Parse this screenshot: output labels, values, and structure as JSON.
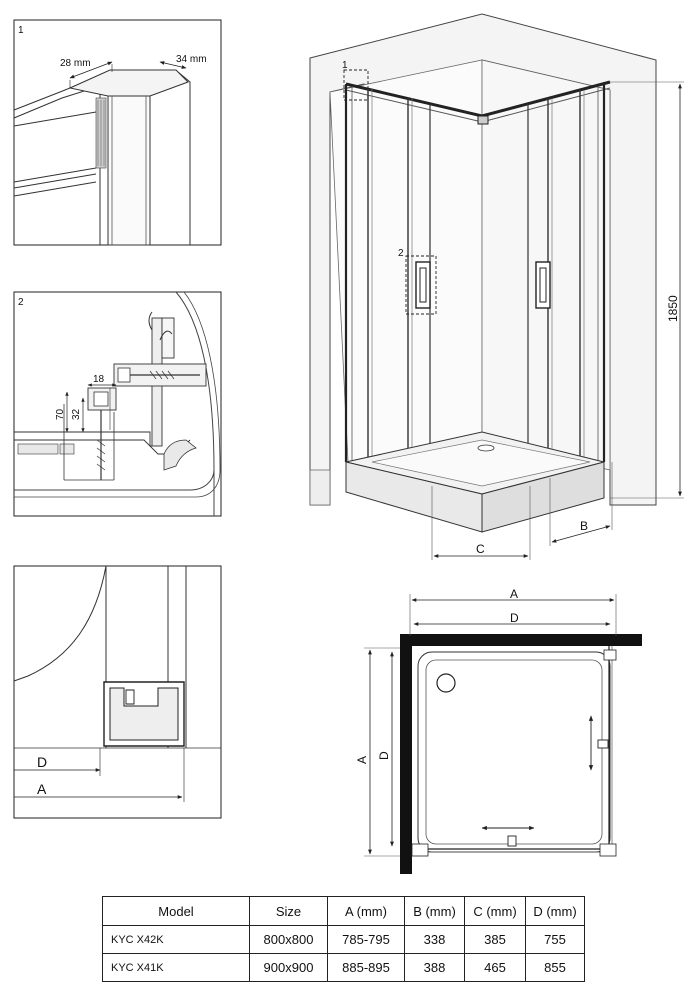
{
  "detail1": {
    "number": "1",
    "dim_width": "28 mm",
    "dim_depth": "34 mm"
  },
  "detail2": {
    "number": "2",
    "dim_18": "18",
    "dim_70": "70",
    "dim_32": "32"
  },
  "detail3": {
    "label_d": "D",
    "label_a": "A"
  },
  "main": {
    "callout_1": "1",
    "callout_2": "2",
    "height": "1850",
    "label_b": "B",
    "label_c": "C"
  },
  "plan": {
    "label_a_top": "A",
    "label_d_top": "D",
    "label_a_side": "A",
    "label_d_side": "D"
  },
  "table": {
    "headers": [
      "Model",
      "Size",
      "A (mm)",
      "B (mm)",
      "C (mm)",
      "D (mm)"
    ],
    "rows": [
      [
        "KYC X42K",
        "800x800",
        "785-795",
        "338",
        "385",
        "755"
      ],
      [
        "KYC X41K",
        "900x900",
        "885-895",
        "388",
        "465",
        "855"
      ]
    ]
  }
}
